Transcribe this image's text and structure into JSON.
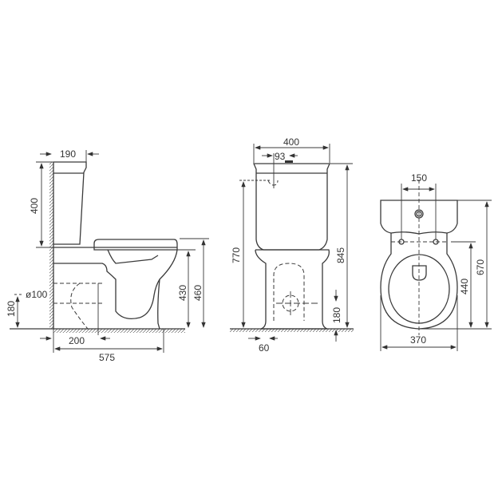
{
  "side_view": {
    "width_tank": "190",
    "height_tank": "400",
    "diameter_outlet": "ø100",
    "outlet_height": "180",
    "outlet_offset": "200",
    "total_depth": "575",
    "bowl_height": "430",
    "seat_height": "460"
  },
  "front_view": {
    "width": "400",
    "button_offset": "93",
    "inlet_height": "770",
    "total_height": "845",
    "outlet_height": "180",
    "foot_width": "60"
  },
  "top_view": {
    "fixing_spacing": "150",
    "total_depth": "670",
    "fixing_depth": "440",
    "width": "370"
  },
  "colors": {
    "line": "#3a3a3a",
    "background": "#ffffff"
  }
}
